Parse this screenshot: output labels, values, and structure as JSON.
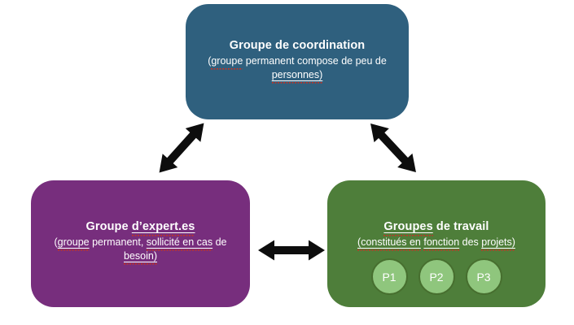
{
  "colors": {
    "coordination_bg": "#2F607E",
    "experts_bg": "#772E7D",
    "travail_bg": "#4E7E3A",
    "circle_fill": "#8FC67D",
    "circle_border": "#476F2F",
    "arrow": "#0D0D0D",
    "text": "#FFFFFF",
    "spellcheck": "#C43425"
  },
  "boxes": {
    "coordination": {
      "title": "Groupe de coordination",
      "subtitle": {
        "open": "(",
        "w1": "groupe",
        "s1": " permanent compose de peu de",
        "w2": "personnes)"
      }
    },
    "experts": {
      "title_plain": "Groupe ",
      "title_marked": "d’expert.es",
      "subtitle": {
        "open": "(",
        "w1": "groupe",
        "s1": " permanent, ",
        "w2": "sollicité en cas",
        "s2": " de",
        "w3": "besoin)"
      }
    },
    "travail": {
      "title_marked": "Groupes",
      "title_plain": " de travail",
      "subtitle": {
        "w1": "(constitués en",
        "s1": " ",
        "w2": "fonction",
        "s2": " des ",
        "w3": "projets)"
      },
      "circles": [
        "P1",
        "P2",
        "P3"
      ]
    }
  }
}
